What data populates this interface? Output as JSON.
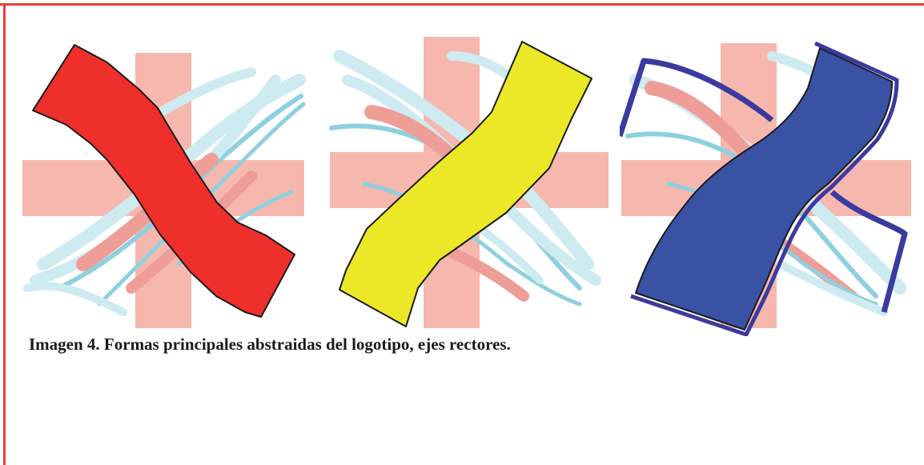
{
  "figure": {
    "caption": "Imagen 4. Formas principales abstraidas del logotipo, ejes rectores.",
    "panels": [
      {
        "name": "red-band",
        "fill": "#ef2f2a"
      },
      {
        "name": "yellow-band",
        "fill": "#ece827"
      },
      {
        "name": "blue-band",
        "fill": "#3952a4"
      }
    ],
    "colors": {
      "frame": "#e8403a",
      "cross": "#f6b8ae",
      "strands_light": "#cdebf1",
      "strands_mid": "#8fd0e0",
      "strands_pink": "#ee9e97",
      "outline_blue": "#3b3aa0"
    }
  }
}
